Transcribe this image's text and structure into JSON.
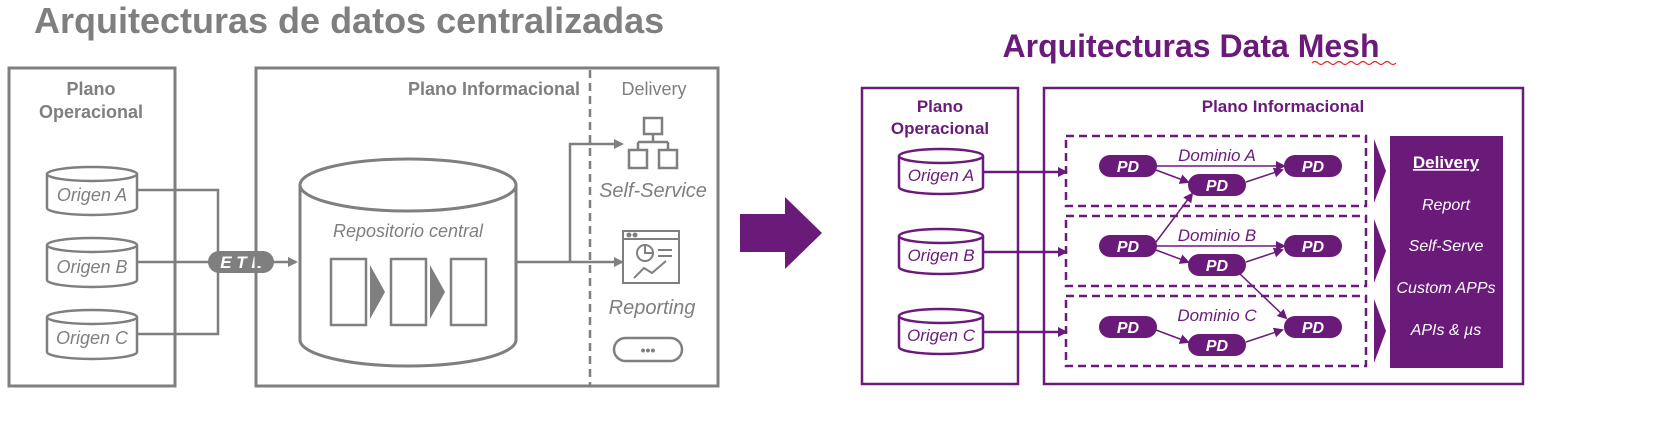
{
  "left": {
    "title": "Arquitecturas de datos centralizadas",
    "operational_plane": {
      "line1": "Plano",
      "line2": "Operacional"
    },
    "sources": [
      "Origen A",
      "Origen B",
      "Origen C"
    ],
    "etl_label": "E T L",
    "informational_plane": "Plano Informacional",
    "delivery": "Delivery",
    "repository": "Repositorio central",
    "self_service": "Self-Service",
    "reporting": "Reporting",
    "more": "•••"
  },
  "right": {
    "title": "Arquitecturas Data Mesh",
    "operational_plane": {
      "line1": "Plano",
      "line2": "Operacional"
    },
    "sources": [
      "Origen A",
      "Origen B",
      "Origen C"
    ],
    "informational_plane": "Plano Informacional",
    "domains": [
      "Dominio A",
      "Dominio B",
      "Dominio C"
    ],
    "pd_label": "PD",
    "delivery": {
      "title": "Delivery",
      "items": [
        "Report",
        "Self-Serve",
        "Custom APPs",
        "APIs & µs"
      ]
    }
  },
  "colors": {
    "gray": "#7f7f7f",
    "purple": "#6a1b7a"
  }
}
